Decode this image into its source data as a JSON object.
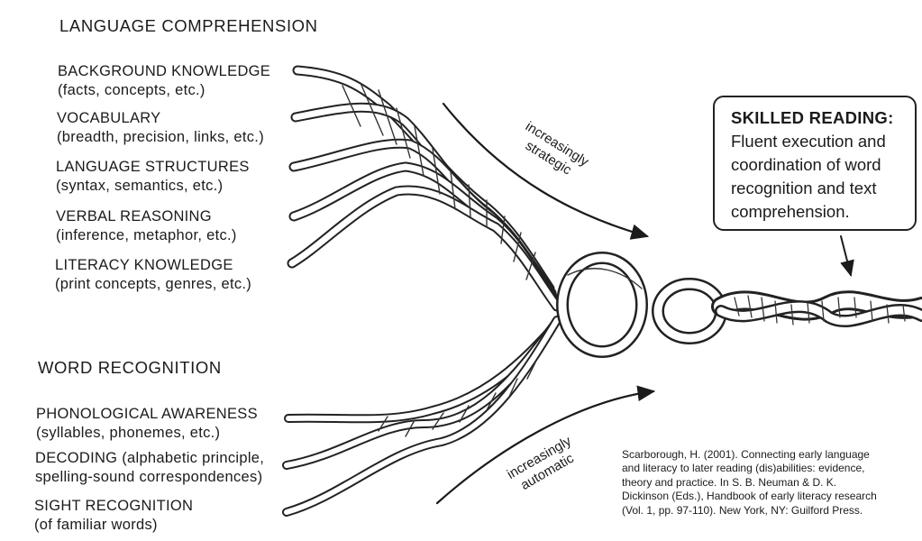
{
  "language_comprehension": {
    "heading": "LANGUAGE COMPREHENSION",
    "items": [
      {
        "name": "BACKGROUND KNOWLEDGE",
        "detail": "(facts, concepts, etc.)"
      },
      {
        "name": "VOCABULARY",
        "detail": "(breadth, precision, links, etc.)"
      },
      {
        "name": "LANGUAGE STRUCTURES",
        "detail": "(syntax, semantics, etc.)"
      },
      {
        "name": "VERBAL REASONING",
        "detail": "(inference, metaphor, etc.)"
      },
      {
        "name": "LITERACY KNOWLEDGE",
        "detail": "(print concepts, genres, etc.)"
      }
    ]
  },
  "word_recognition": {
    "heading": "WORD RECOGNITION",
    "items": [
      {
        "name": "PHONOLOGICAL AWARENESS",
        "detail": "(syllables, phonemes, etc.)"
      },
      {
        "name": "DECODING (alphabetic principle,",
        "detail": "spelling-sound correspondences)"
      },
      {
        "name": "SIGHT RECOGNITION",
        "detail": "(of familiar words)"
      }
    ]
  },
  "arrows": {
    "top": "increasingly\nstrategic",
    "bottom": "increasingly\nautomatic"
  },
  "skilled_reading": {
    "title": "SKILLED READING:",
    "description": "Fluent execution and\ncoordination of word\nrecognition and text\ncomprehension."
  },
  "citation": "Scarborough, H. (2001). Connecting early language\nand literacy to later reading (dis)abilities: evidence,\ntheory and practice. In S. B. Neuman & D. K.\nDickinson (Eds.), Handbook of early literacy research\n(Vol. 1, pp. 97-110). New York, NY: Guilford Press."
}
